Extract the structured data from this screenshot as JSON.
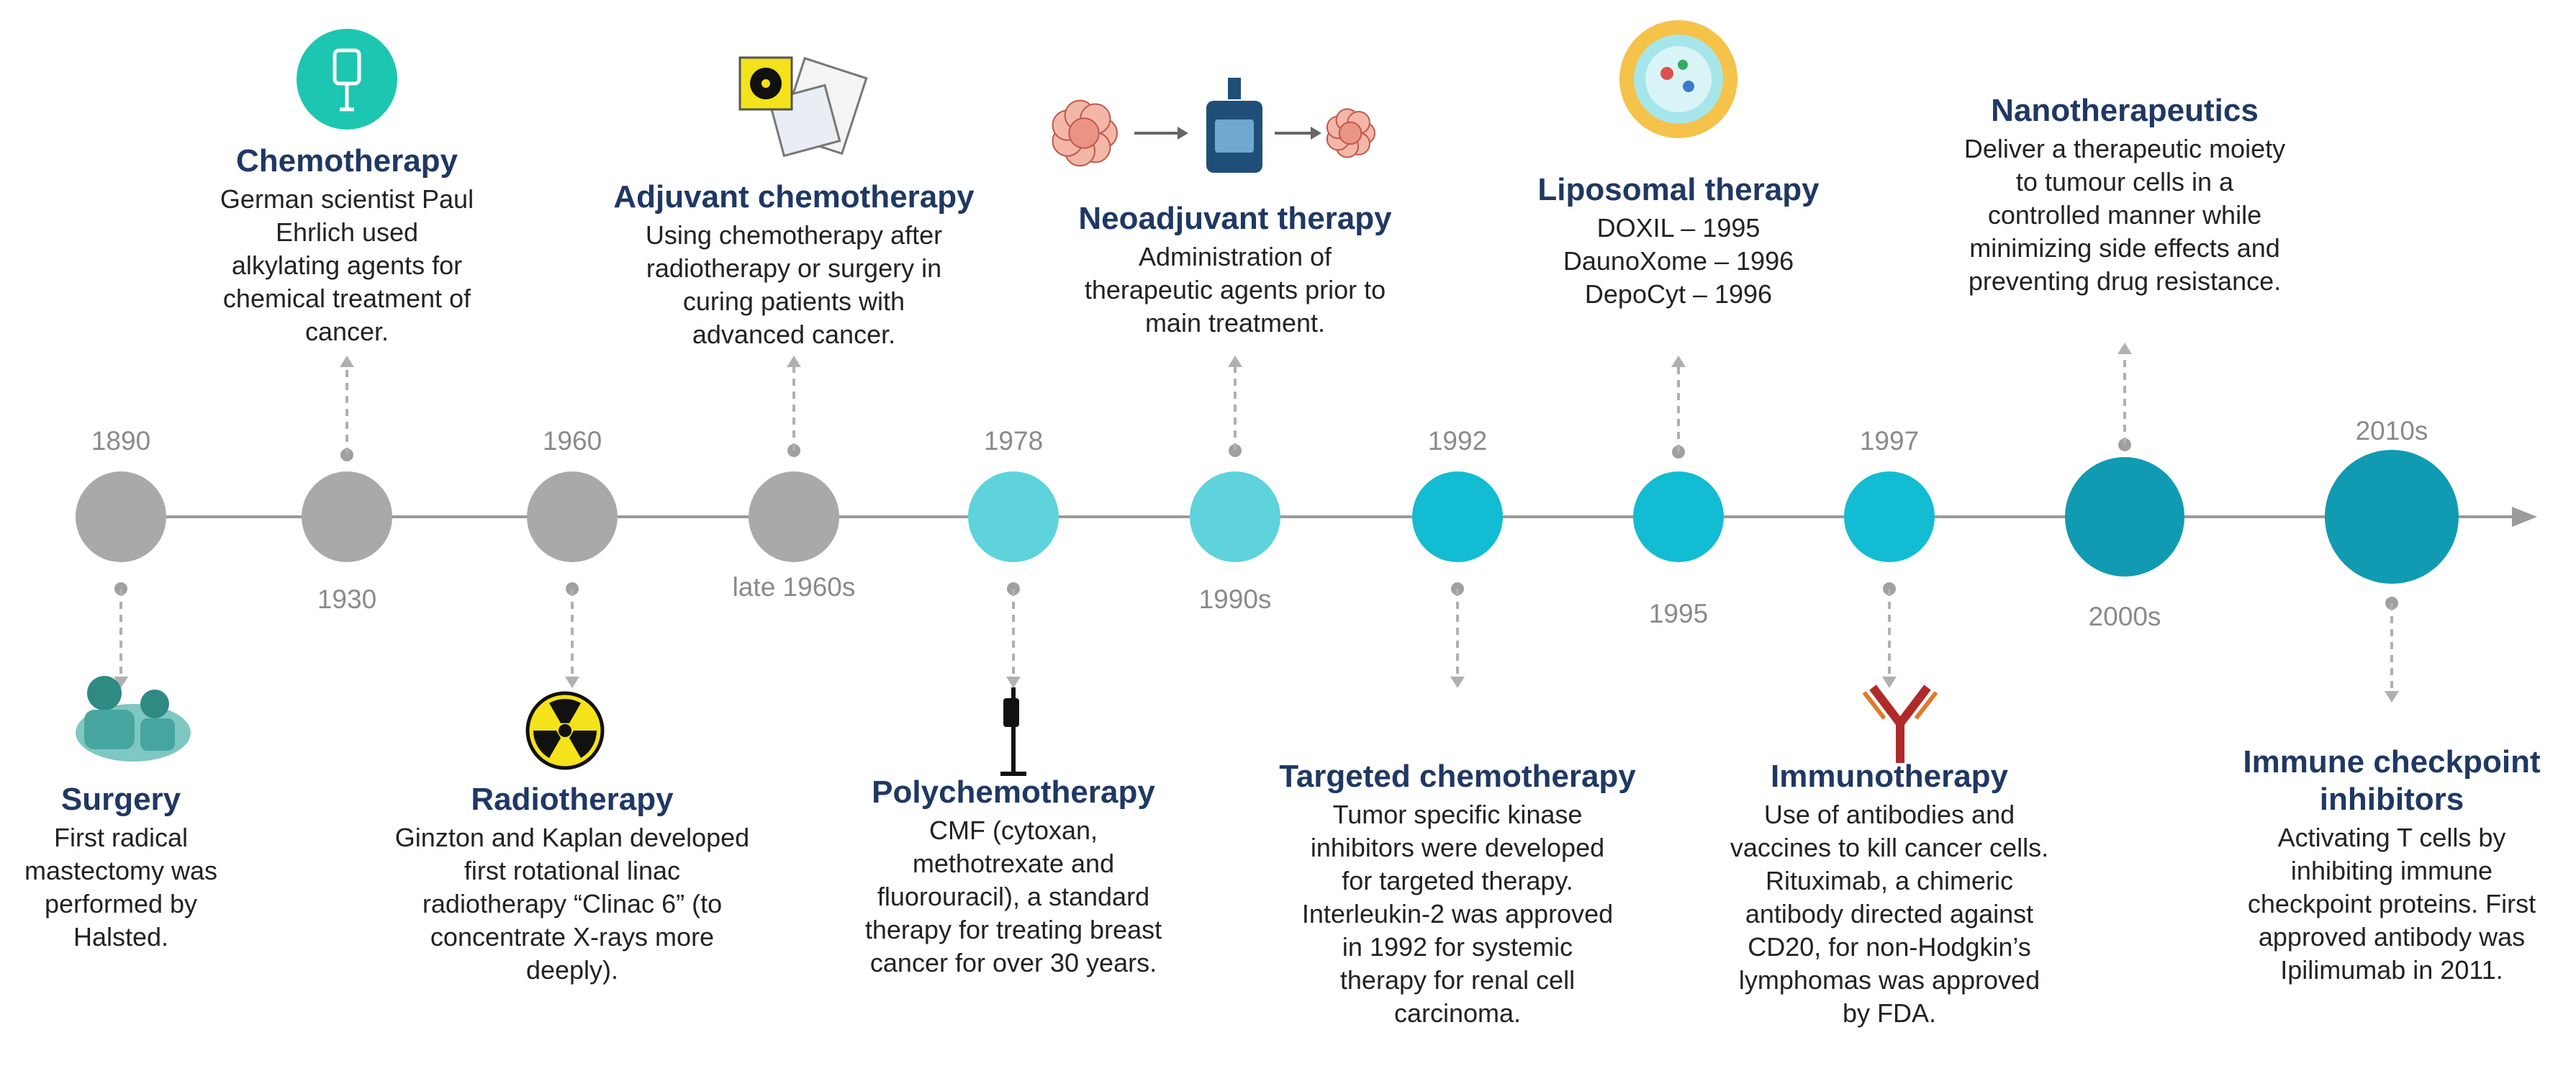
{
  "events": [
    {
      "year": "1890",
      "title": "Surgery",
      "lines": [
        "First radical",
        "mastectomy was",
        "performed by",
        "Halsted."
      ]
    },
    {
      "year": "1930",
      "title": "Chemotherapy",
      "lines": [
        "German scientist Paul",
        "Ehrlich used",
        "alkylating agents for",
        "chemical treatment of",
        "cancer."
      ]
    },
    {
      "year": "1960",
      "title": "Radiotherapy",
      "lines": [
        "Ginzton and Kaplan developed",
        "first rotational linac",
        "radiotherapy “Clinac 6” (to",
        "concentrate X-rays more",
        "deeply)."
      ]
    },
    {
      "year": "late 1960s",
      "title": "Adjuvant chemotherapy",
      "lines": [
        "Using chemotherapy after",
        "radiotherapy or surgery in",
        "curing patients with",
        "advanced cancer."
      ]
    },
    {
      "year": "1978",
      "title": "Polychemotherapy",
      "lines": [
        "CMF (cytoxan,",
        "methotrexate and",
        "fluorouracil), a standard",
        "therapy for treating breast",
        "cancer for over 30 years."
      ]
    },
    {
      "year": "1990s",
      "title": "Neoadjuvant therapy",
      "lines": [
        "Administration of",
        "therapeutic agents prior to",
        "main treatment."
      ]
    },
    {
      "year": "1992",
      "title": "Targeted chemotherapy",
      "lines": [
        "Tumor specific kinase",
        "inhibitors were developed",
        "for targeted therapy.",
        "Interleukin-2 was approved",
        "in 1992 for systemic",
        "therapy for renal cell",
        "carcinoma."
      ]
    },
    {
      "year": "1995",
      "title": "Liposomal therapy",
      "lines": [
        "DOXIL – 1995",
        "DaunoXome – 1996",
        "DepoCyt – 1996"
      ]
    },
    {
      "year": "1997",
      "title": "Immunotherapy",
      "lines": [
        "Use of antibodies and",
        "vaccines to kill cancer cells.",
        "Rituximab, a chimeric",
        "antibody directed against",
        "CD20, for non-Hodgkin’s",
        "lymphomas was approved",
        "by FDA."
      ]
    },
    {
      "year": "2000s",
      "title": "Nanotherapeutics",
      "lines": [
        "Deliver a therapeutic moiety",
        "to tumour cells in a",
        "controlled manner while",
        "minimizing side effects and",
        "preventing drug resistance."
      ]
    },
    {
      "year": "2010s",
      "title": "Immune checkpoint inhibitors",
      "lines": [
        "Activating T cells by",
        "inhibiting immune",
        "checkpoint proteins. First",
        "approved antibody was",
        "Ipilimumab in 2011."
      ]
    }
  ],
  "colors": {
    "early": "#a9a9a9",
    "light_teal": "#5ed3db",
    "teal": "#12bcd3",
    "dark_teal": "#109bb3",
    "title": "#1f3864",
    "axis": "#9a9a9a"
  }
}
